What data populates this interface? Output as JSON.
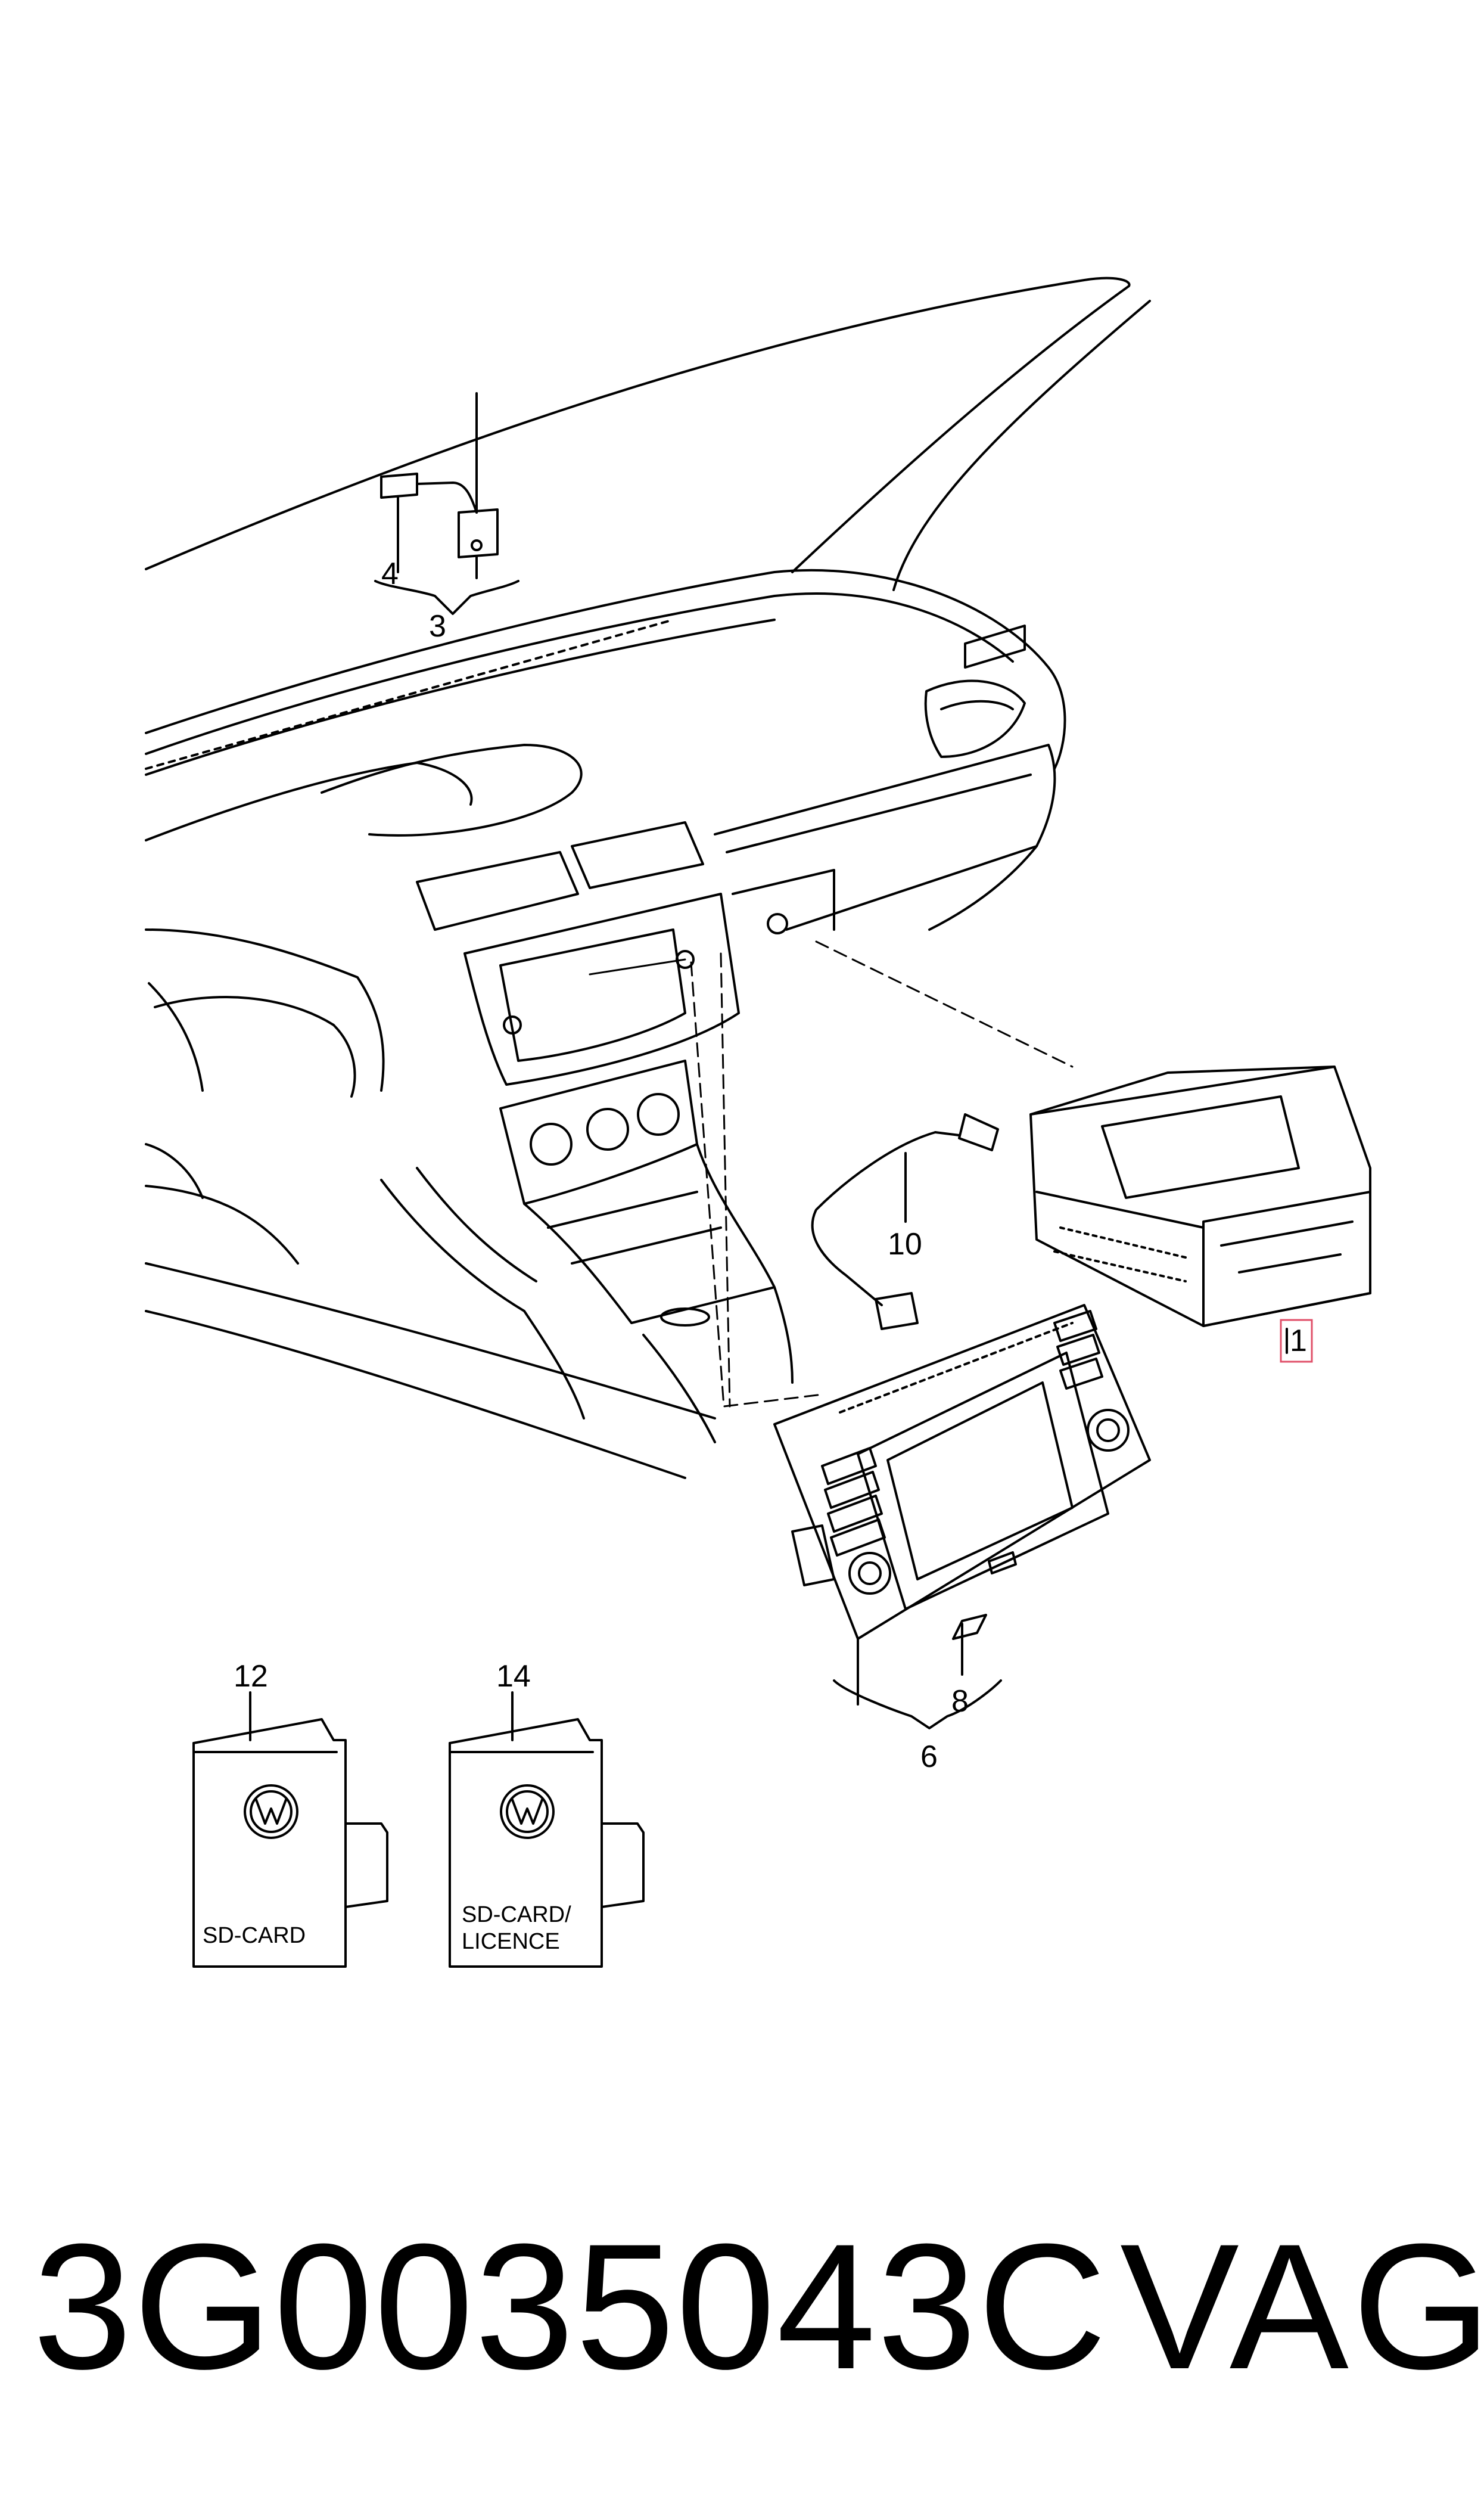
{
  "callouts": {
    "c1": "1",
    "c3": "3",
    "c4": "4",
    "c6": "6",
    "c8": "8",
    "c10": "10",
    "c12": "12",
    "c14": "14"
  },
  "cards": {
    "sd_card": "SD-CARD",
    "sd_licence_line1": "SD-CARD/",
    "sd_licence_line2": "LICENCE"
  },
  "footer": {
    "part_number": "3G0035043C",
    "brand": "VAG"
  },
  "colors": {
    "line": "#000000",
    "highlight": "#e0506a",
    "background": "#ffffff"
  }
}
